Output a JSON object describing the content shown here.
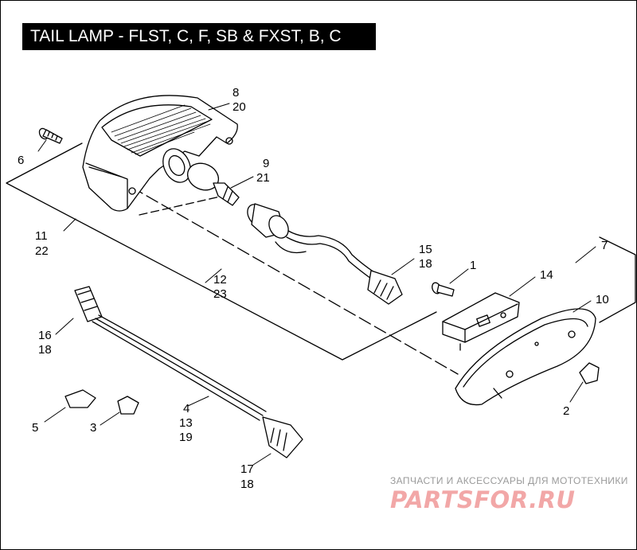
{
  "title": "TAIL LAMP - FLST, C, F, SB & FXST, B, C",
  "callouts": {
    "c1": "1",
    "c2": "2",
    "c3": "3",
    "c4": [
      "4",
      "13",
      "19"
    ],
    "c5": "5",
    "c6": "6",
    "c7": "7",
    "c8": [
      "8",
      "20"
    ],
    "c9": [
      "9",
      "21"
    ],
    "c10": "10",
    "c11": [
      "11",
      "22"
    ],
    "c12": [
      "12",
      "23"
    ],
    "c14": "14",
    "c15": [
      "15",
      "18"
    ],
    "c16": [
      "16",
      "18"
    ],
    "c17": [
      "17",
      "18"
    ]
  },
  "watermark": {
    "caption": "ЗАПЧАСТИ И АКСЕССУАРЫ ДЛЯ МОТОТЕХНИКИ",
    "logo": "PARTSFOR.RU"
  },
  "colors": {
    "line": "#000000",
    "background": "#ffffff",
    "watermark_logo": "#f2a7a7",
    "watermark_text": "#9a9a9a"
  }
}
